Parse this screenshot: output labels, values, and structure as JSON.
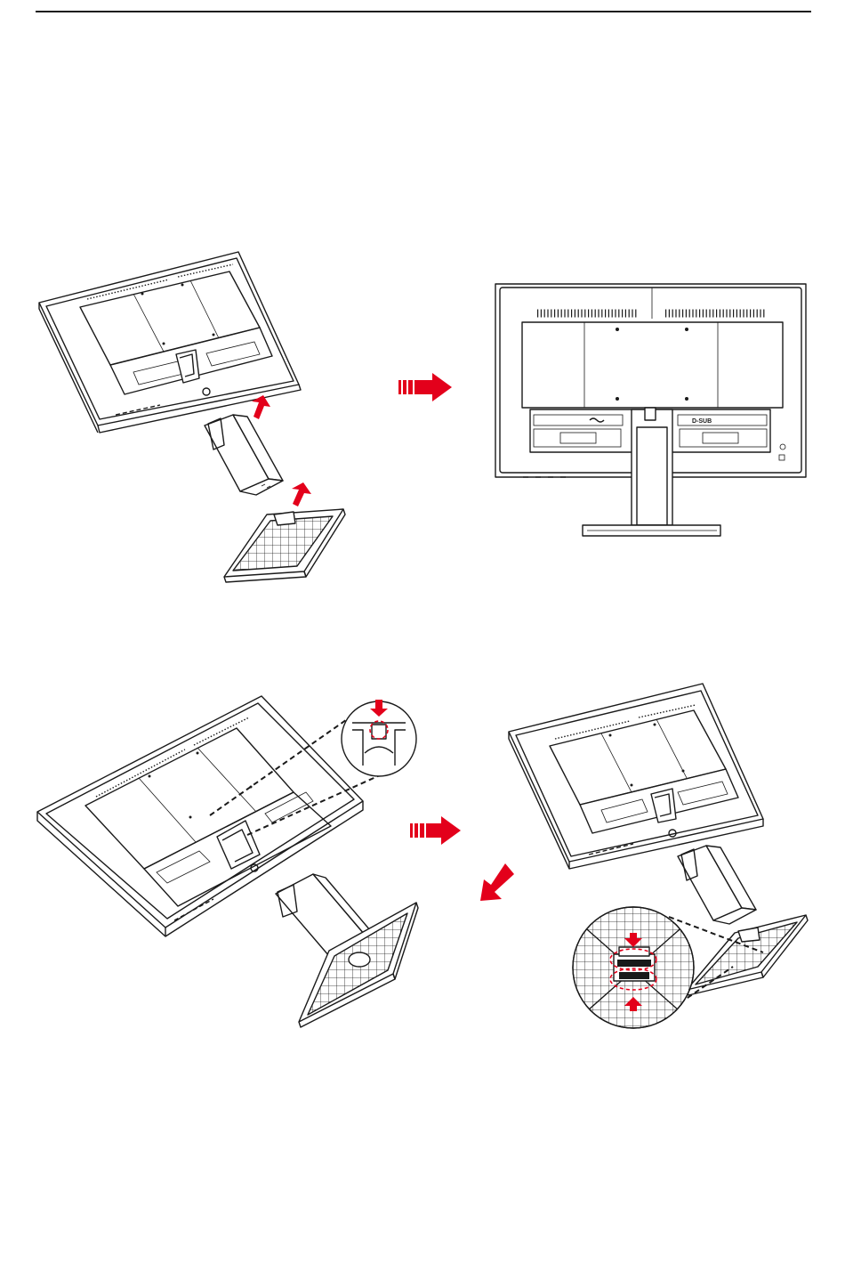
{
  "labels": {
    "port_dsub": "D-SUB"
  },
  "colors": {
    "arrow": "#e3001b",
    "line": "#1a1a1a",
    "page": "#ffffff"
  },
  "icons": {
    "step_arrow": "red-right-arrow",
    "install_arrow": "red-up-arrow",
    "remove_arrow": "red-down-left-arrow"
  }
}
